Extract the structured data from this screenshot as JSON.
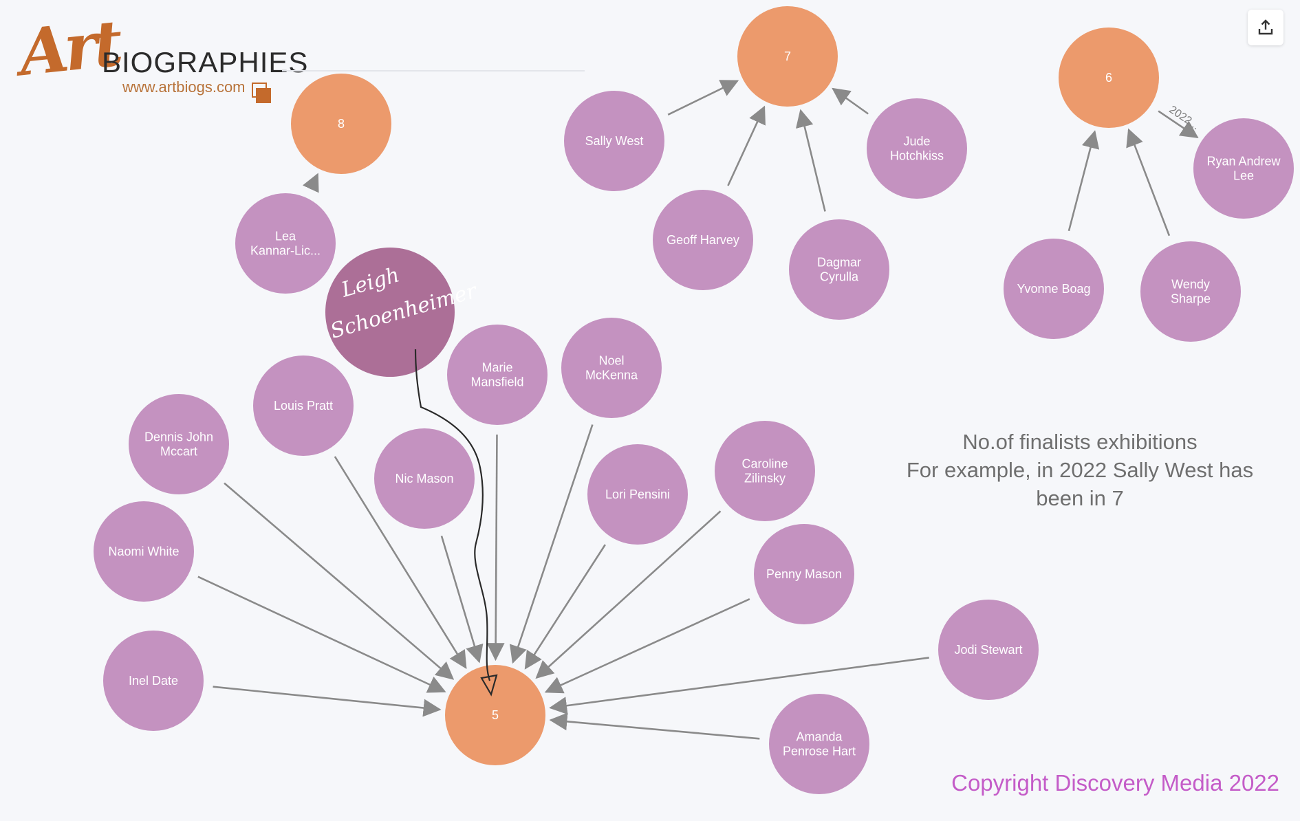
{
  "logo": {
    "art_text": "Art",
    "biographies_text": "BIOGRAPHIES",
    "url_text": "www.artbiogs.com"
  },
  "share_icon": "share-upload-icon",
  "annotation": {
    "line1": "No.of finalists exhibitions",
    "line2": "For example, in 2022 Sally West has",
    "line3": "been in 7"
  },
  "copyright": "Copyright Discovery Media 2022",
  "colors": {
    "count_node": "#ec9a6c",
    "artist_node": "#c492c0",
    "highlight_node": "#ac6f97",
    "edge": "#8a8a8a",
    "copyright": "#c45cc8"
  },
  "handwritten": {
    "line1": "Leigh",
    "line2": "Schoenheimer"
  },
  "graph": {
    "count_nodes": [
      {
        "id": "c8",
        "label": "8"
      },
      {
        "id": "c7",
        "label": "7"
      },
      {
        "id": "c6",
        "label": "6"
      },
      {
        "id": "c5",
        "label": "5"
      }
    ],
    "artist_nodes": [
      {
        "id": "lea",
        "lines": [
          "Lea",
          "Kannar-Lic..."
        ],
        "target": "c8"
      },
      {
        "id": "sally",
        "lines": [
          "Sally West"
        ],
        "target": "c7"
      },
      {
        "id": "geoff",
        "lines": [
          "Geoff Harvey"
        ],
        "target": "c7"
      },
      {
        "id": "dagmar",
        "lines": [
          "Dagmar",
          "Cyrulla"
        ],
        "target": "c7"
      },
      {
        "id": "jude",
        "lines": [
          "Jude",
          "Hotchkiss"
        ],
        "target": "c7"
      },
      {
        "id": "yvonne",
        "lines": [
          "Yvonne Boag"
        ],
        "target": "c6"
      },
      {
        "id": "wendy",
        "lines": [
          "Wendy",
          "Sharpe"
        ],
        "target": "c6"
      },
      {
        "id": "ryan",
        "lines": [
          "Ryan Andrew",
          "Lee"
        ],
        "source_of": "c6",
        "edge_label": "2022..."
      },
      {
        "id": "marie",
        "lines": [
          "Marie",
          "Mansfield"
        ],
        "target": "c5"
      },
      {
        "id": "noel",
        "lines": [
          "Noel",
          "McKenna"
        ],
        "target": "c5"
      },
      {
        "id": "louis",
        "lines": [
          "Louis Pratt"
        ],
        "target": "c5"
      },
      {
        "id": "nic",
        "lines": [
          "Nic Mason"
        ],
        "target": "c5"
      },
      {
        "id": "dennis",
        "lines": [
          "Dennis John",
          "Mccart"
        ],
        "target": "c5"
      },
      {
        "id": "lori",
        "lines": [
          "Lori Pensini"
        ],
        "target": "c5"
      },
      {
        "id": "caroline",
        "lines": [
          "Caroline",
          "Zilinsky"
        ],
        "target": "c5"
      },
      {
        "id": "naomi",
        "lines": [
          "Naomi White"
        ],
        "target": "c5"
      },
      {
        "id": "penny",
        "lines": [
          "Penny Mason"
        ],
        "target": "c5"
      },
      {
        "id": "jodi",
        "lines": [
          "Jodi Stewart"
        ],
        "target": "c5"
      },
      {
        "id": "inel",
        "lines": [
          "Inel Date"
        ],
        "target": "c5"
      },
      {
        "id": "amanda",
        "lines": [
          "Amanda",
          "Penrose Hart"
        ],
        "target": "c5"
      }
    ]
  }
}
